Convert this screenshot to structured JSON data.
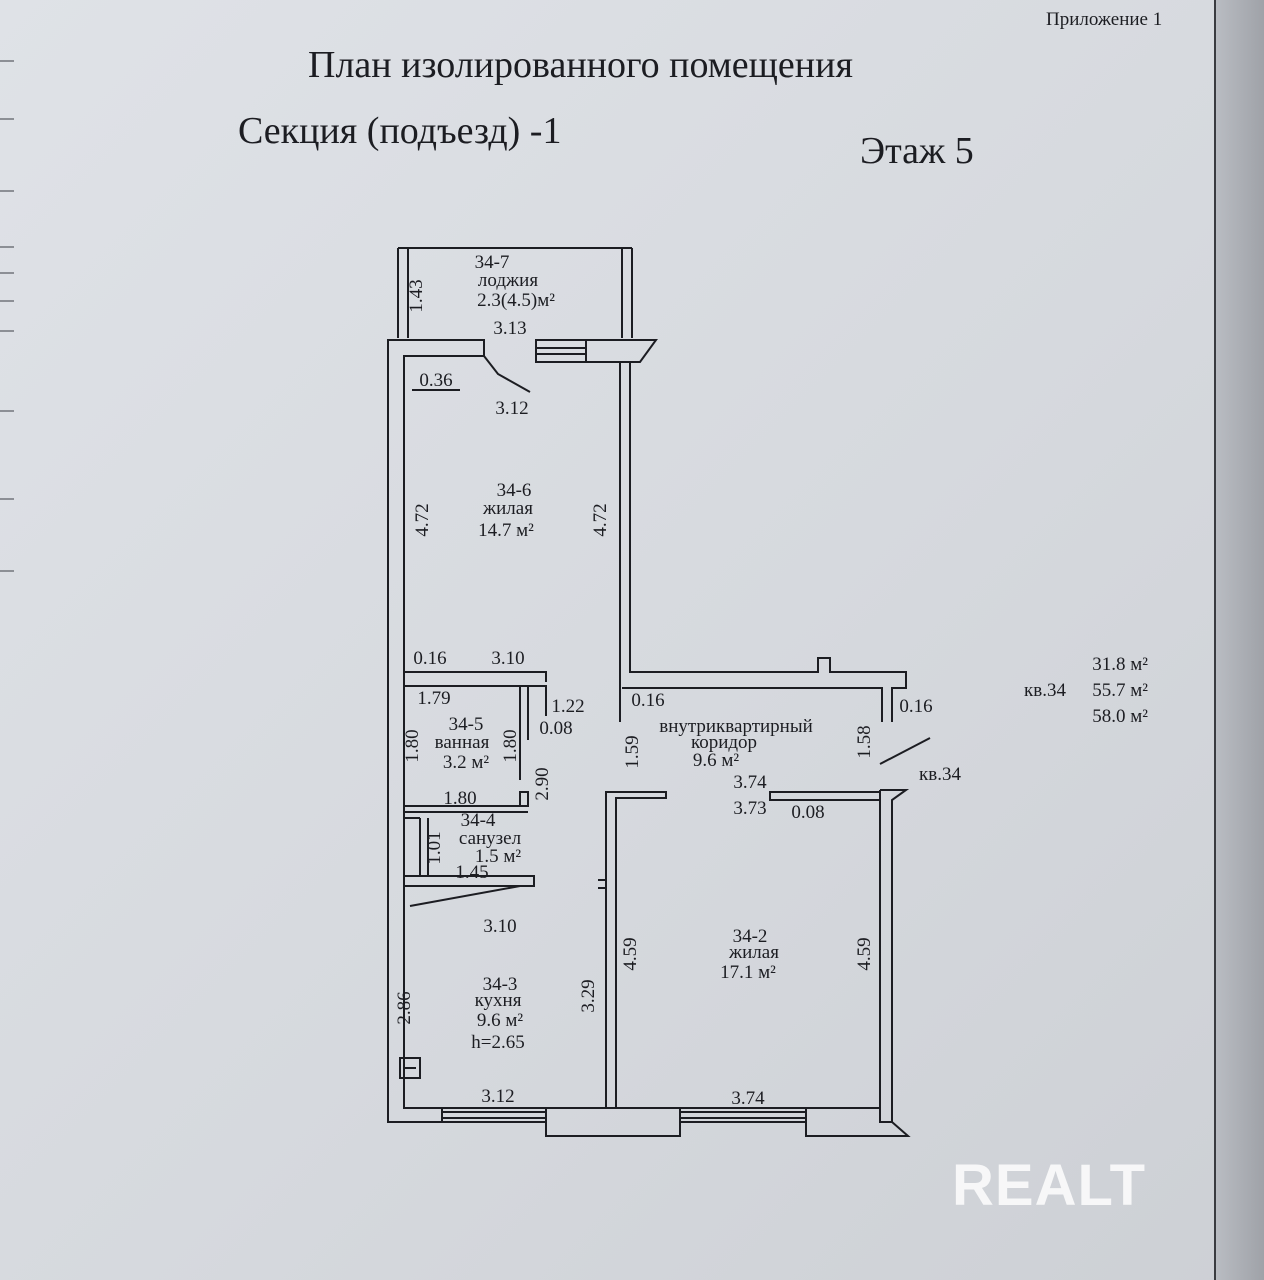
{
  "header": {
    "appendix": "Приложение 1",
    "title": "План изолированного помещения",
    "section": "Секция (подъезд) -1",
    "floor": "Этаж 5"
  },
  "rooms": {
    "loggia": {
      "id": "34-7",
      "name": "лоджия",
      "area": "2.3(4.5)м²"
    },
    "living1": {
      "id": "34-6",
      "name": "жилая",
      "area": "14.7 м²"
    },
    "bath": {
      "id": "34-5",
      "name": "ванная",
      "area": "3.2 м²"
    },
    "wc": {
      "id": "34-4",
      "name": "санузел",
      "area": "1.5 м²"
    },
    "kitchen": {
      "id": "34-3",
      "name": "кухня",
      "area": "9.6  м²",
      "height": "h=2.65"
    },
    "corridor": {
      "name1": "внутриквартирный",
      "name2": "коридор",
      "area": "9.6  м²"
    },
    "living2": {
      "id": "34-2",
      "name": "жилая",
      "area": "17.1 м²"
    }
  },
  "dimensions": {
    "loggia_h": "1.43",
    "loggia_w": "3.13",
    "l1_wall": "0.36",
    "l1_top": "3.12",
    "l1_left": "4.72",
    "l1_right": "4.72",
    "l1_wall_bottom": "0.16",
    "l1_bottom": "3.10",
    "bath_top": "1.79",
    "bath_door": "1.22",
    "bath_wall": "0.08",
    "bath_left": "1.80",
    "bath_right": "1.80",
    "bath_side": "2.90",
    "bath_bottom": "1.80",
    "wc_h": "1.01",
    "wc_bottom": "1.45",
    "kitchen_top": "3.10",
    "kitchen_left": "2.86",
    "kitchen_right": "3.29",
    "kitchen_bottom": "3.12",
    "corr_wall_left": "0.16",
    "corr_wall_right": "0.16",
    "corr_left": "1.59",
    "corr_right": "1.58",
    "corr_width": "3.74",
    "l2_top": "3.73",
    "l2_wall": "0.08",
    "l2_left": "4.59",
    "l2_right": "4.59",
    "l2_bottom": "3.74"
  },
  "summary": {
    "living_area": "31.8 м²",
    "apt_label": "кв.34",
    "total_area": "55.7 м²",
    "area_with_loggia": "58.0 м²",
    "entrance_label": "кв.34"
  },
  "watermark": "REALT"
}
